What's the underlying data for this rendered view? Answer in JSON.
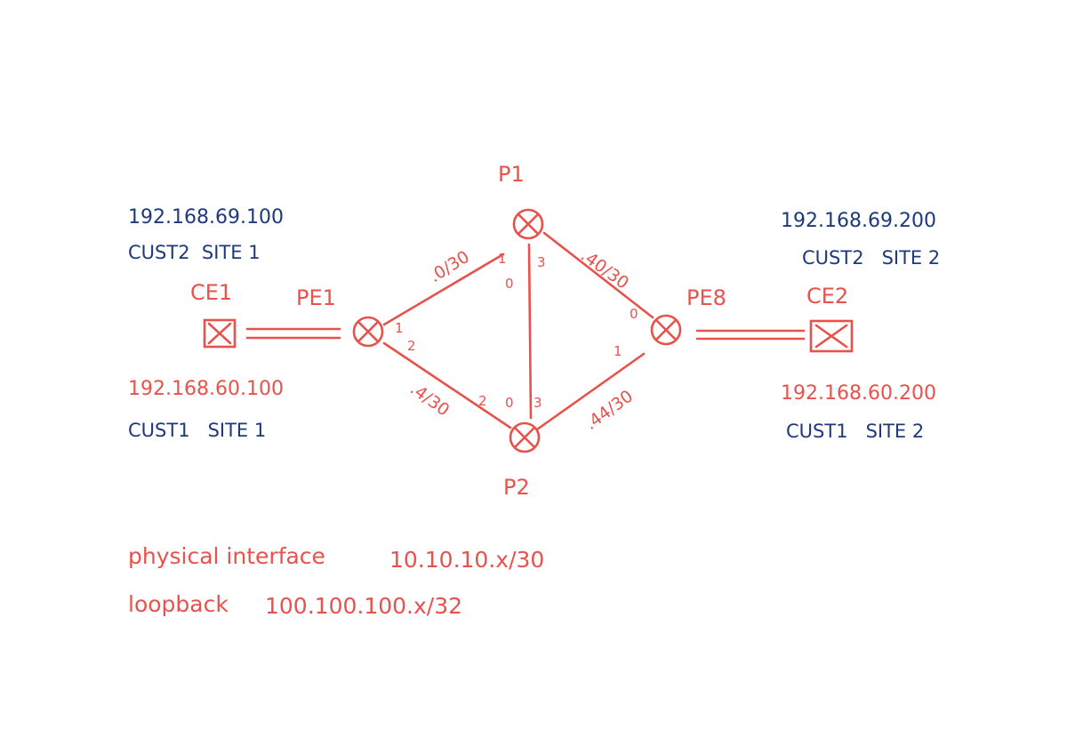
{
  "colors": {
    "red": "#e8524c",
    "blue": "#1e3a7a"
  },
  "nodes": {
    "p1": {
      "label": "P1"
    },
    "p2": {
      "label": "P2"
    },
    "pe1": {
      "label": "PE1"
    },
    "pe8": {
      "label": "PE8"
    },
    "ce1": {
      "label": "CE1",
      "icon": "switch-x-icon"
    },
    "ce2": {
      "label": "CE2",
      "icon": "switch-x-icon"
    }
  },
  "sites": {
    "cust2_site1": {
      "ip": "192.168.69.100",
      "name": "CUST2  SITE 1"
    },
    "cust1_site1": {
      "ip": "192.168.60.100",
      "name": "CUST1   SITE 1"
    },
    "cust2_site2": {
      "ip": "192.168.69.200",
      "name": "CUST2   SITE 2"
    },
    "cust1_site2": {
      "ip": "192.168.60.200",
      "name": "CUST1   SITE 2"
    }
  },
  "links": {
    "pe1_p1": {
      "subnet": ".0/30",
      "if_pe1": "1",
      "if_p1": "1"
    },
    "pe1_p2": {
      "subnet": ".4/30",
      "if_pe1": "2",
      "if_p2": "2"
    },
    "p1_pe8": {
      "subnet": ".40/30",
      "if_p1": "0",
      "if_pe8": "0"
    },
    "p2_pe8": {
      "subnet": ".44/30",
      "if_p2": "3",
      "if_pe8": "1"
    },
    "p1_p2": {
      "if_p1": "3",
      "if_p2": "0"
    }
  },
  "legend": {
    "physical_label": "physical interface",
    "physical_value": "10.10.10.x/30",
    "loopback_label": "loopback",
    "loopback_value": "100.100.100.x/32"
  }
}
